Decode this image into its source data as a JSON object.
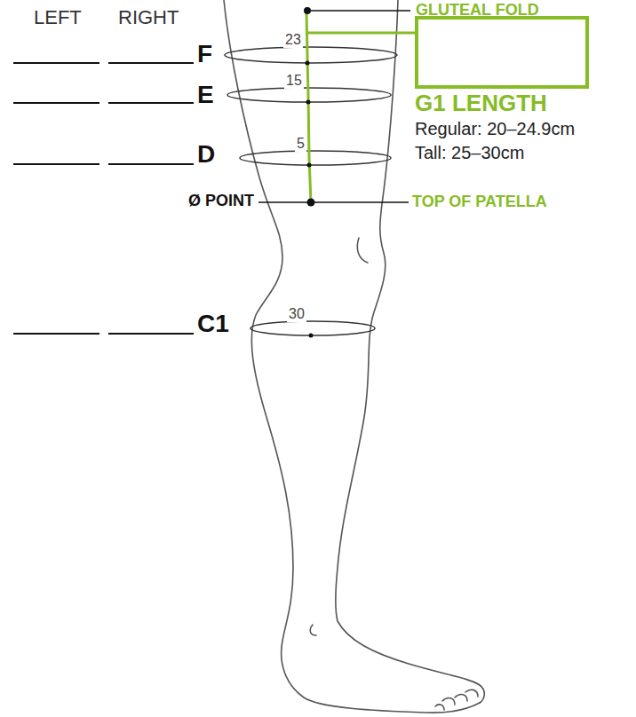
{
  "diagram": {
    "nodes": [
      {
        "text": [
          "G1 LENGTH",
          "Regular: 20–24.9cm",
          "Tall: 25–30cm"
        ]
      }
    ],
    "labels": [
      "GLUTEAL FOLD",
      "LEFT",
      "RIGHT",
      "F",
      "23",
      "E",
      "15",
      "D",
      "5",
      "Ø POINT",
      "TOP OF PATELLA",
      "C1",
      "30"
    ]
  }
}
